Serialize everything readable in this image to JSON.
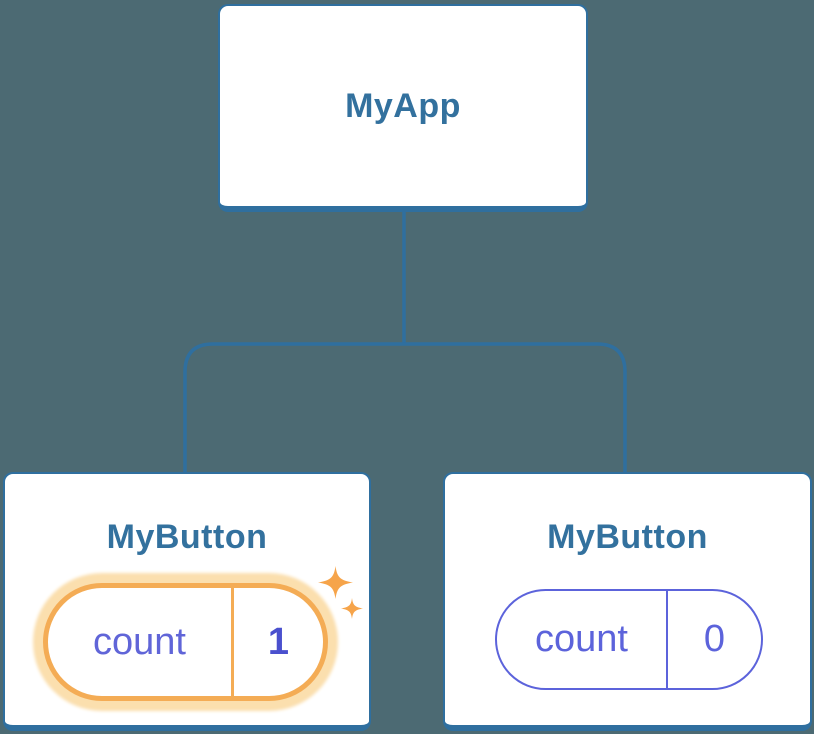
{
  "colors": {
    "background": "#4C6A73",
    "line": "#2F6F9F",
    "card_bg": "#FFFFFF",
    "title_text": "#33719E",
    "state_purple": "#5C63DB",
    "state_value_bold": "#4A50CE",
    "highlight_orange": "#F4AC55",
    "highlight_glow": "#FBDFAE",
    "sparkle": "#F6A44A"
  },
  "tree": {
    "root": {
      "label": "MyApp"
    },
    "children": [
      {
        "label": "MyButton",
        "state": {
          "key": "count",
          "value": "1"
        },
        "highlighted": true,
        "icons": [
          "sparkle-large-icon",
          "sparkle-small-icon"
        ]
      },
      {
        "label": "MyButton",
        "state": {
          "key": "count",
          "value": "0"
        },
        "highlighted": false
      }
    ]
  }
}
